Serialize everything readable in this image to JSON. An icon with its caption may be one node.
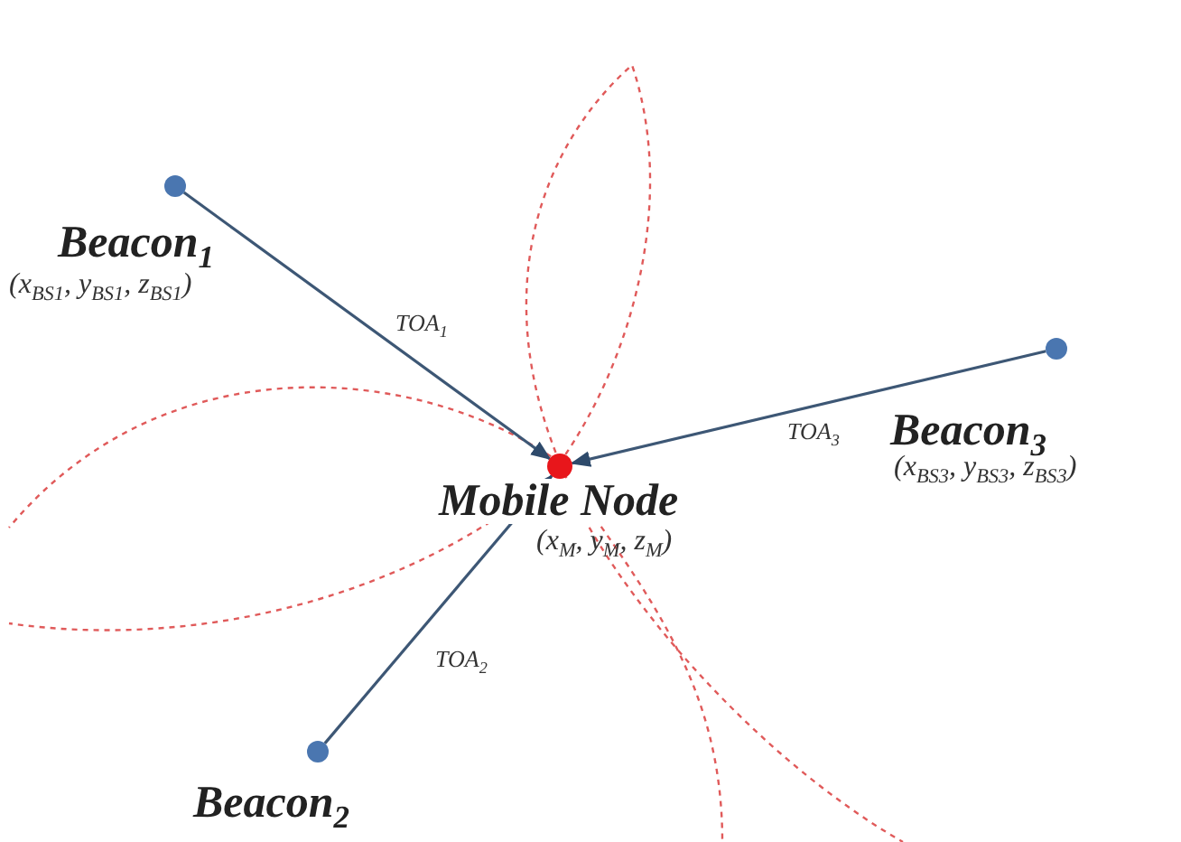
{
  "diagram": {
    "nodes": [
      {
        "text": [],
        "shape": "circle",
        "beside": [
          "Beacon$_{1}$",
          "(x$_{BS1}$, y$_{BS1}$, z$_{BS1}$)"
        ]
      },
      {
        "text": [],
        "shape": "circle",
        "beside": [
          "Mobile Node",
          "(x$_{M}$, y$_{M}$, z$_{M}$)"
        ]
      },
      {
        "text": [],
        "shape": "circle",
        "beside": [
          "Beacon$_{3}$",
          "(x$_{BS3}$, y$_{BS3}$, z$_{BS3}$)"
        ]
      },
      {
        "text": [],
        "shape": "circle",
        "beside": [
          "Beacon$_{2}$"
        ]
      }
    ],
    "edges": [
      {
        "from": 0,
        "to": 1,
        "arrow": "to",
        "label": "TOA$_{1}$"
      },
      {
        "from": 2,
        "to": 1,
        "arrow": "to",
        "label": "TOA$_{3}$"
      },
      {
        "from": 3,
        "to": 1,
        "arrow": "to",
        "label": "TOA$_{2}$"
      }
    ]
  }
}
